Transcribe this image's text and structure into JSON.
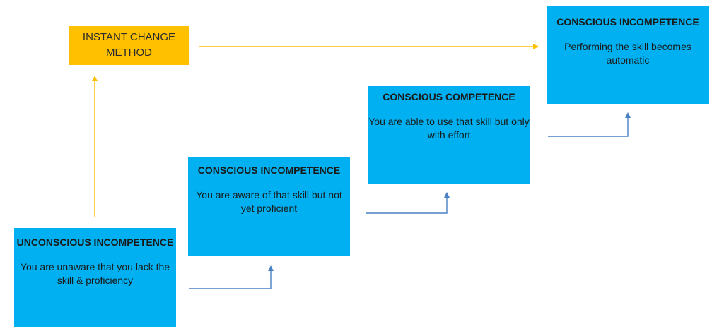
{
  "colors": {
    "box_fill": "#00b0f0",
    "highlight_fill": "#ffc000",
    "step_arrow": "#4a80c4",
    "shortcut_arrow": "#ffc000"
  },
  "instant_change": {
    "label": "INSTANT CHANGE METHOD"
  },
  "stages": [
    {
      "title": "UNCONSCIOUS INCOMPETENCE",
      "description": "You are unaware that you lack the skill & proficiency"
    },
    {
      "title": "CONSCIOUS INCOMPETENCE",
      "description": "You are aware of that skill but not yet proficient"
    },
    {
      "title": "CONSCIOUS COMPETENCE",
      "description": "You are able to use that skill but only with effort"
    },
    {
      "title": "CONSCIOUS INCOMPETENCE",
      "description": "Performing the skill becomes automatic"
    }
  ]
}
